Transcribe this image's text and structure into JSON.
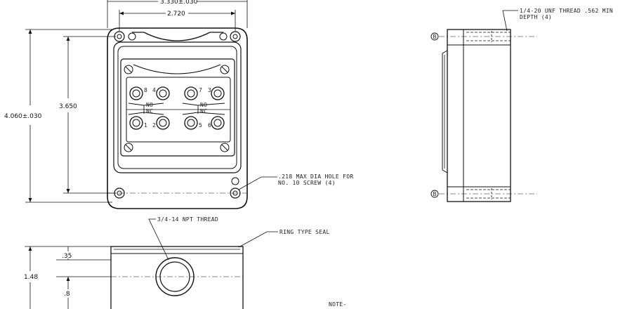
{
  "dimensions": {
    "overall_width": "3.330±.030",
    "hole_spacing_width": "2.720",
    "overall_height": "4.060±.030",
    "hole_spacing_height": "3.650",
    "front_top_offset": ".35",
    "front_height": "1.48",
    "front_hole_center": ".8"
  },
  "callouts": {
    "tapped_thread": "1/4-20 UNF THREAD .562 MIN",
    "tapped_depth": "DEPTH (4)",
    "mount_hole": ".218 MAX DIA HOLE FOR",
    "mount_screw": "NO. 10 SCREW (4)",
    "npt_thread": "3/4-14 NPT THREAD",
    "seal": "RING TYPE SEAL",
    "note": "NOTE-"
  },
  "side_view": {
    "marker_top": "B",
    "marker_bottom": "B"
  },
  "terminals": {
    "top_labels": [
      "8",
      "4",
      "7",
      "3"
    ],
    "bottom_labels": [
      "1",
      "2",
      "5",
      "6"
    ],
    "no_label": "NO",
    "nc_label": "NC"
  }
}
